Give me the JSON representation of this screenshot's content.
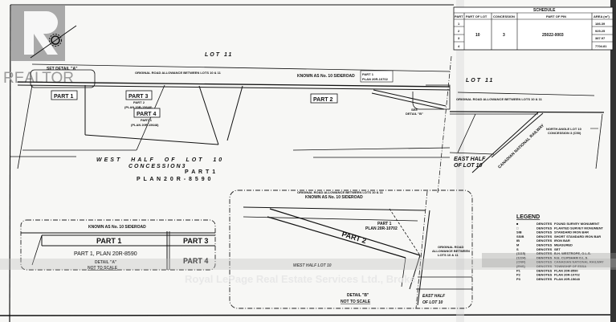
{
  "watermark": {
    "brand_text": "REALTOR",
    "brokerage_text": "Royal LePage Real Estate Services Ltd., Broke"
  },
  "schedule": {
    "title": "SCHEDULE",
    "headers": [
      "PART",
      "PART OF LOT",
      "CONCESSION",
      "PART OF PIN",
      "AREA (m²)"
    ],
    "part_numbers": [
      "1",
      "2",
      "3",
      "4"
    ],
    "part_of_lot": "10",
    "concession": "3",
    "part_of_pin": "25022-0003",
    "areas": [
      "186.39",
      "925.25",
      "387.97",
      "7704.81"
    ]
  },
  "main_plan": {
    "lot11_left": "LOT          11",
    "lot11_right": "LOT          11",
    "see_detail_a": "SET DETAIL \"A\"",
    "road_allowance_left": "ORIGINAL ROAD  ALLOWANCE BETWEEN LOTS 10 & 11",
    "road_allowance_right": "ORIGINAL ROAD  ALLOWANCE BETWEEN LOTS 10 & 11",
    "sideroad": "KNOWN AS No. 10 SIDEROAD",
    "plan_ref_box": [
      "PART 1",
      "PLAN 20R-10702"
    ],
    "part1": "PART 1",
    "part2": "PART 2",
    "part3": "PART 3",
    "part3_sub": [
      "PART 2",
      "(PLAN 20R-15648)"
    ],
    "part4": "PART 4",
    "part4_sub": [
      "PART 1",
      "(PLAN 20R-15648)"
    ],
    "see_detail_b": [
      "SEE",
      "DETAIL \"B\""
    ],
    "west_half": "WEST      HALF      OF      LOT      10",
    "concession": "C O N C E S S I O N          3",
    "part1_plan": [
      "P A R T    1",
      "P L A N    2 0 R  -  8 5 9 0"
    ],
    "east_half": [
      "EAST HALF",
      "OF LOT 10"
    ],
    "railway": "CANADIAN NATIONAL RAILWAY",
    "north_angle": [
      "NORTH ANGLE LOT 10",
      "CONCESSION 3 (C50)"
    ]
  },
  "detail_a": {
    "sideroad": "KNOWN AS No. 10 SIDEROAD",
    "part1": "PART 1",
    "part3": "PART 3",
    "part4": "PART 4",
    "plan_ref": "PART 1, PLAN 20R-8590",
    "title": "DETAIL \"A\"",
    "scale": "NOT TO SCALE"
  },
  "detail_b": {
    "road_allowance": "ORIGINAL ROAD  ALLOWANCE BETWEEN LOTS 10 & 11",
    "sideroad": "KNOWN AS No. 10 SIDEROAD",
    "plan_ref": [
      "PART 1",
      "PLAN 20R-10702"
    ],
    "part2": "PART 2",
    "road_allowance_side": [
      "ORIGINAL ROAD",
      "ALLOWANCE BETWEEN",
      "LOTS 10 & 11"
    ],
    "west_half": "WEST HALF LOT 10",
    "east_half": [
      "EAST HALF",
      "OF LOT 10"
    ],
    "title": "DETAIL \"B\"",
    "scale": "NOT TO SCALE"
  },
  "legend": {
    "title": "LEGEND",
    "rows": [
      [
        "■",
        "DENOTES",
        "FOUND SURVEY MONUMENT"
      ],
      [
        "□",
        "DENOTES",
        "PLANTED SURVEY MONUMENT"
      ],
      [
        "SIB",
        "DENOTES",
        "STANDARD IRON BAR"
      ],
      [
        "SSIB",
        "DENOTES",
        "SHORT STANDARD IRON BAR"
      ],
      [
        "IB",
        "DENOTES",
        "IRON BAR"
      ],
      [
        "M",
        "DENOTES",
        "MEASURED"
      ],
      [
        "S",
        "DENOTES",
        "SET"
      ],
      [
        "(1115)",
        "DENOTES",
        "B.H. WESTROPE, O.L.S."
      ],
      [
        "(1224)",
        "DENOTES",
        "N.E. CLIPSHAM O.L.S."
      ],
      [
        "(CNR)",
        "DENOTES",
        "CANADIAN NATIONAL RAILWAY"
      ],
      [
        "(ENS)",
        "DENOTES",
        "TOWNSHIP OF ESSA"
      ],
      [
        "P1",
        "DENOTES",
        "PLAN 20R-8590"
      ],
      [
        "P2",
        "DENOTES",
        "PLAN 20R-10702"
      ],
      [
        "P3",
        "DENOTES",
        "PLAN 20R-15648"
      ]
    ]
  }
}
